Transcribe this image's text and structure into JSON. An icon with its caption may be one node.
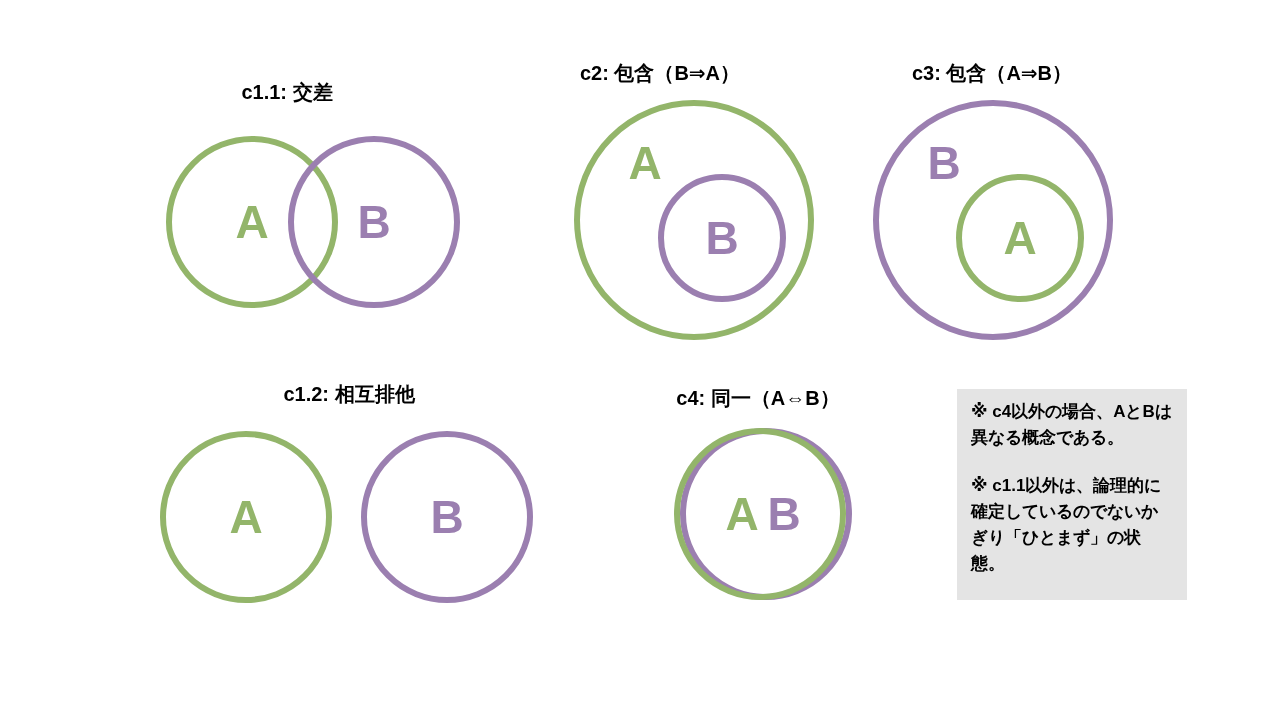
{
  "diagram": {
    "nodes": [
      {
        "text": [
          "A"
        ]
      },
      {
        "text": [
          "B"
        ]
      },
      {
        "text": [
          "A"
        ]
      },
      {
        "text": [
          "B"
        ],
        "in": 2
      },
      {
        "text": [
          "B"
        ]
      },
      {
        "text": [
          "A"
        ],
        "in": 4
      },
      {
        "text": [
          "A"
        ]
      },
      {
        "text": [
          "B"
        ]
      },
      {
        "text": [
          "A"
        ]
      },
      {
        "text": [
          "B"
        ]
      },
      {
        "text": [
          "※ c4以外の場合、AとBは異なる概念である。",
          "※ c1.1以外は、論理的に確定しているのでないかぎり「ひとまず」の状態。"
        ]
      }
    ],
    "edges": [],
    "labels": [
      "c2: 包含（B⇒A）",
      "c3: 包含（A⇒B）",
      "c1.1: 交差",
      "c1.2: 相互排他",
      "c4: 同一（A⇔B）"
    ]
  }
}
